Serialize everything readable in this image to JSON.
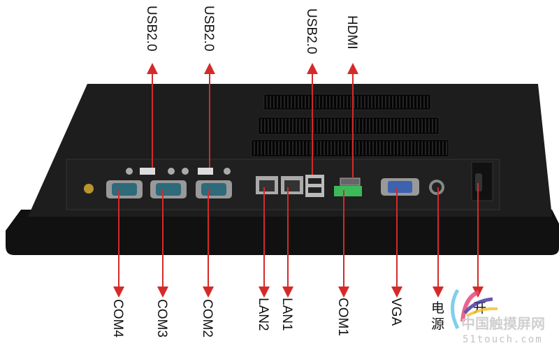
{
  "top_labels": [
    {
      "id": "usb1",
      "text": "USB2.0"
    },
    {
      "id": "usb2",
      "text": "USB2.0"
    },
    {
      "id": "usb3",
      "text": "USB2.0"
    },
    {
      "id": "hdmi",
      "text": "HDMI"
    }
  ],
  "bottom_labels": [
    {
      "id": "com4",
      "text": "COM4"
    },
    {
      "id": "com3",
      "text": "COM3"
    },
    {
      "id": "com2",
      "text": "COM2"
    },
    {
      "id": "lan2",
      "text": "LAN2"
    },
    {
      "id": "lan1",
      "text": "LAN1"
    },
    {
      "id": "com1",
      "text": "COM1"
    },
    {
      "id": "vga",
      "text": "VGA"
    }
  ],
  "power_label": {
    "line1": "电",
    "line2": "源"
  },
  "switch_label": "开",
  "watermark": {
    "name": "中国触摸屏网",
    "url": "51touch.com"
  },
  "colors": {
    "arrow": "#d42a2a",
    "body": "#1a1a1a",
    "panel": "#222"
  }
}
